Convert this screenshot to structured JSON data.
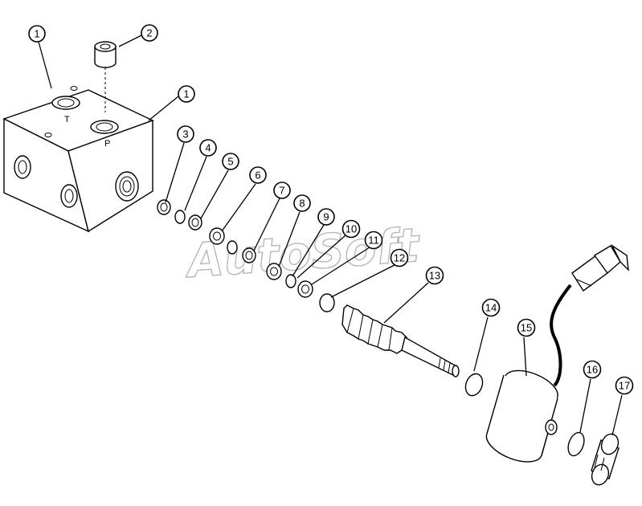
{
  "watermark": "AutoSoft",
  "port_labels": {
    "tank": "T",
    "pressure": "P"
  },
  "callouts": [
    "1",
    "1",
    "2",
    "3",
    "4",
    "5",
    "6",
    "7",
    "8",
    "9",
    "10",
    "11",
    "12",
    "13",
    "14",
    "15",
    "16",
    "17"
  ]
}
